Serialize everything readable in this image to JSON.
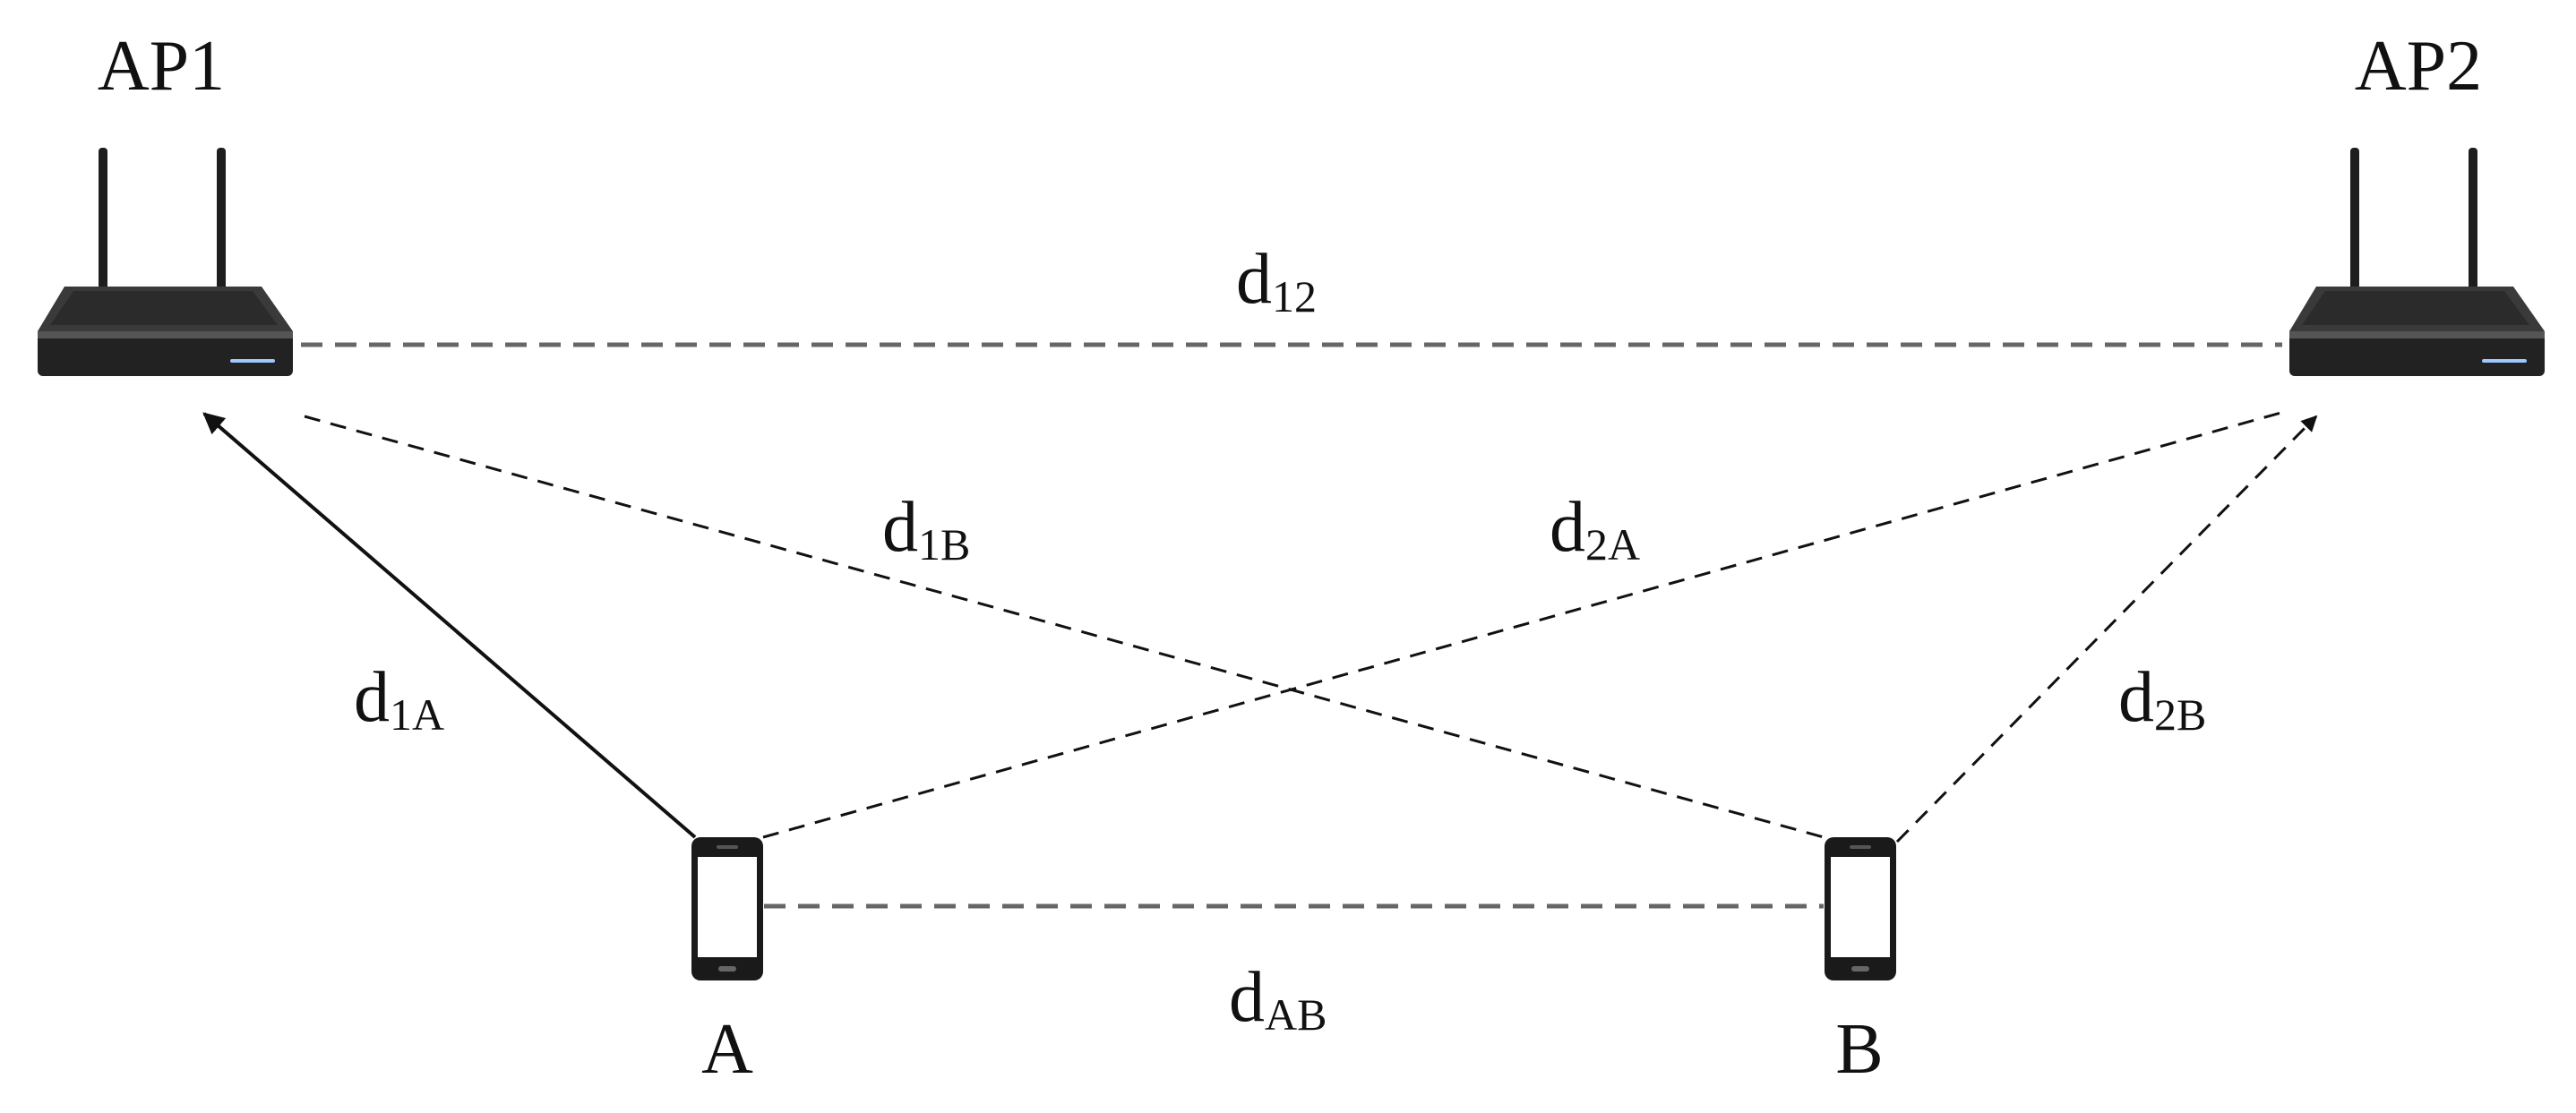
{
  "nodes": {
    "ap1": {
      "label": "AP1",
      "icon": "router-icon"
    },
    "ap2": {
      "label": "AP2",
      "icon": "router-icon"
    },
    "a": {
      "label": "A",
      "icon": "smartphone-icon"
    },
    "b": {
      "label": "B",
      "icon": "smartphone-icon"
    }
  },
  "edges": {
    "d12": {
      "main": "d",
      "sub": "12",
      "style": "dashed"
    },
    "d1B": {
      "main": "d",
      "sub": "1B",
      "style": "dashed"
    },
    "d2A": {
      "main": "d",
      "sub": "2A",
      "style": "dashed"
    },
    "d1A": {
      "main": "d",
      "sub": "1A",
      "style": "solid-arrow"
    },
    "d2B": {
      "main": "d",
      "sub": "2B",
      "style": "dashed-arrow"
    },
    "dAB": {
      "main": "d",
      "sub": "AB",
      "style": "dashed"
    }
  },
  "colors": {
    "line": "#111111",
    "dashed_line": "#555555",
    "router_body": "#2a2a2a",
    "router_led": "#9ec7ff"
  }
}
